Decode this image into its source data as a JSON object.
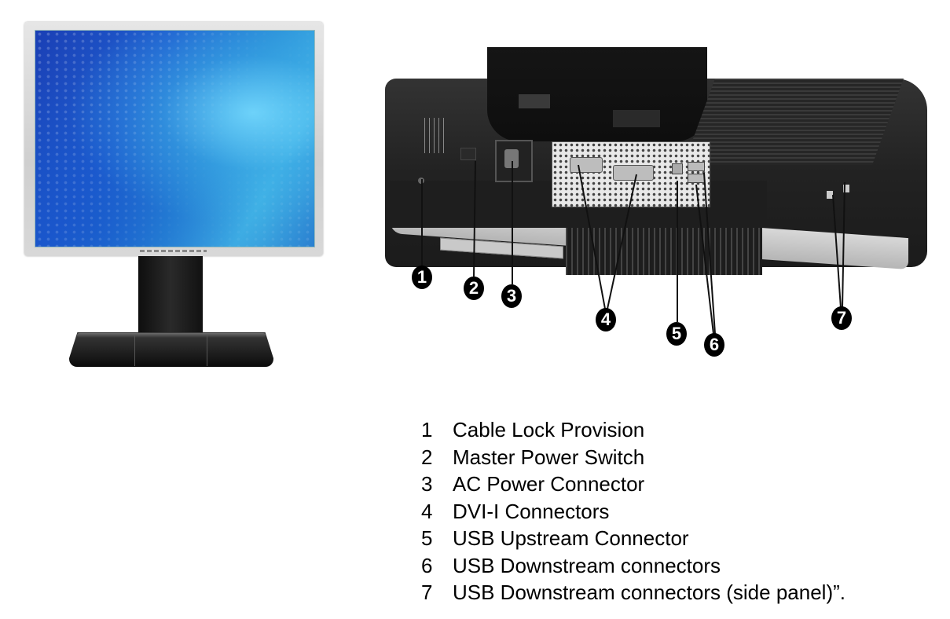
{
  "figure": {
    "front_view": {
      "screen_colors": [
        "#1a3fb5",
        "#41b4e6"
      ],
      "bezel_color": "#d8d8d8",
      "stand_color": "#1a1a1a"
    },
    "rear_view": {
      "callouts": [
        {
          "number": "1",
          "target": "cable-lock"
        },
        {
          "number": "2",
          "target": "master-power-switch"
        },
        {
          "number": "3",
          "target": "ac-power-connector"
        },
        {
          "number": "4",
          "target": "dvi-i-connectors"
        },
        {
          "number": "5",
          "target": "usb-upstream-connector"
        },
        {
          "number": "6",
          "target": "usb-downstream-connectors"
        },
        {
          "number": "7",
          "target": "usb-side-connectors"
        }
      ]
    }
  },
  "legend": {
    "items": [
      {
        "number": "1",
        "label": "Cable Lock Provision"
      },
      {
        "number": "2",
        "label": "Master Power Switch"
      },
      {
        "number": "3",
        "label": "AC Power Connector"
      },
      {
        "number": "4",
        "label": "DVI-I Connectors"
      },
      {
        "number": "5",
        "label": "USB Upstream Connector"
      },
      {
        "number": "6",
        "label": "USB Downstream connectors"
      },
      {
        "number": "7",
        "label": "USB Downstream connectors (side panel)”."
      }
    ]
  }
}
